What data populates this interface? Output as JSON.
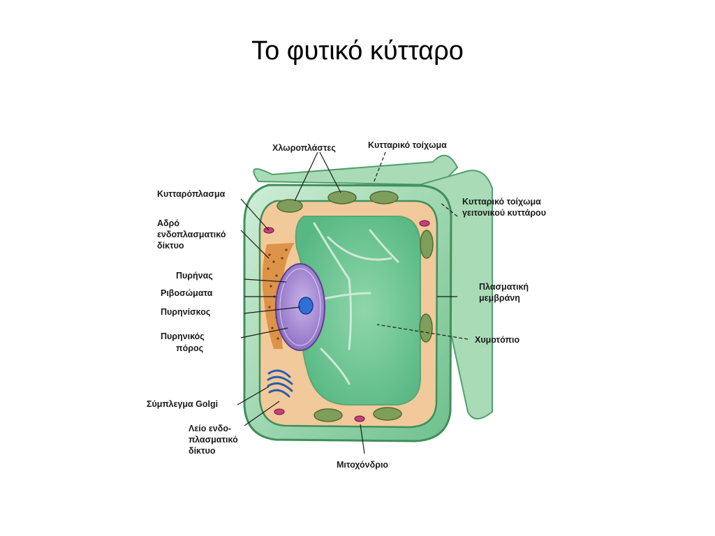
{
  "slide": {
    "title": "Το φυτικό κύτταρο"
  },
  "diagram": {
    "labels": {
      "chloroplasts": "Χλωροπλάστες",
      "cell_wall": "Κυτταρικό τοίχωμα",
      "cytoplasm": "Κυτταρόπλασμα",
      "rough_er_1": "Αδρό",
      "rough_er_2": "ενδοπλασματικό",
      "rough_er_3": "δίκτυο",
      "neighbor_wall_1": "Κυτταρικό τοίχωμα",
      "neighbor_wall_2": "γειτονικού κυττάρου",
      "nucleus": "Πυρήνας",
      "ribosomes": "Ριβοσώματα",
      "nucleolus": "Πυρηνίσκος",
      "plasma_membrane_1": "Πλασματική",
      "plasma_membrane_2": "μεμβράνη",
      "nuclear_pore_1": "Πυρηνικός",
      "nuclear_pore_2": "πόρος",
      "vacuole": "Χυμοτόπιο",
      "golgi": "Σύμπλεγμα Golgi",
      "smooth_er_1": "Λείο ενδο-",
      "smooth_er_2": "πλασματικό",
      "smooth_er_3": "δίκτυο",
      "mitochondrion": "Μιτοχόνδριο"
    },
    "colors": {
      "wall_green": "#5fb77f",
      "wall_light": "#b9e3c2",
      "cytoplasm": "#f2c99a",
      "vacuole": "#74c99a",
      "nucleus": "#a58ad0",
      "nucleolus": "#2f6fd6",
      "chloroplast": "#7f9e5b",
      "mitochondrion": "#c8407a"
    }
  }
}
